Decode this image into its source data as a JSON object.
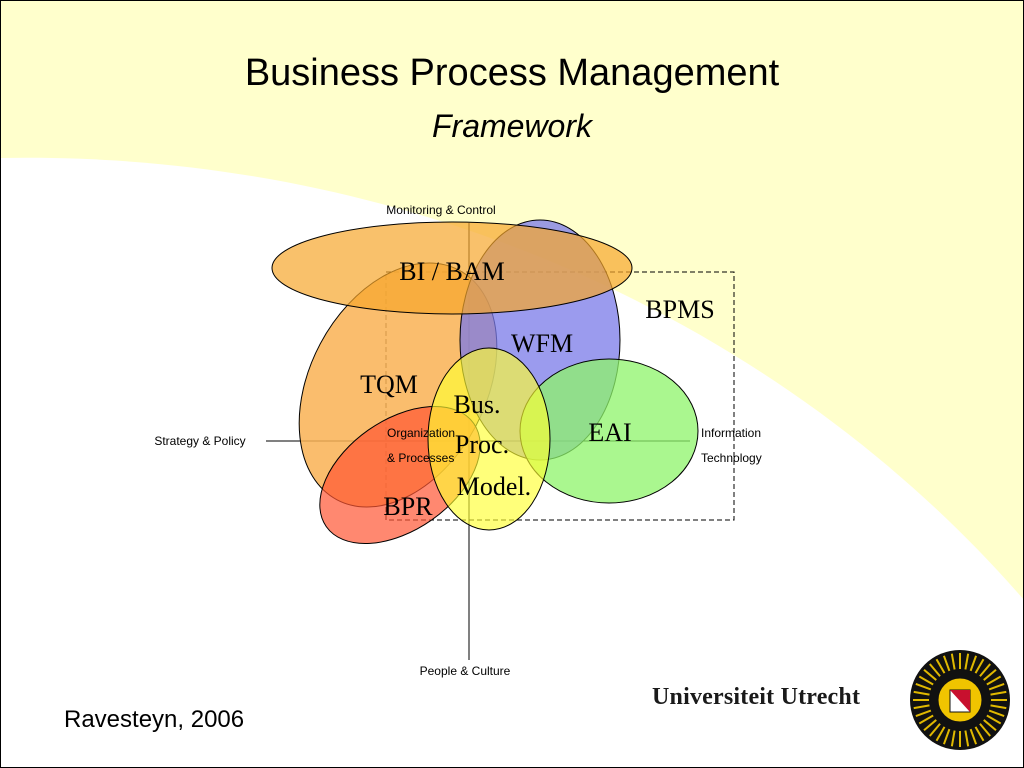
{
  "title": "Business Process Management",
  "subtitle": "Framework",
  "diagram": {
    "axes": {
      "top": "Monitoring & Control",
      "bottom": "People & Culture",
      "left": "Strategy & Policy",
      "right_line1": "Information",
      "right_line2": "Technology",
      "center_line1": "Organization",
      "center_line2": "& Processes"
    },
    "regions": {
      "bi_bam": "BI / BAM",
      "bpms": "BPMS",
      "wfm": "WFM",
      "tqm": "TQM",
      "bus_line1": "Bus.",
      "bus_line2": "Proc.",
      "bus_line3": "Model.",
      "eai": "EAI",
      "bpr": "BPR"
    },
    "colors": {
      "bi_bam": "#f7a72c",
      "tqm": "#f9b253",
      "wfm": "#7a7ae8",
      "eai": "#8ef46a",
      "bpr": "#ff5533",
      "bus_proc_model": "#ffff33",
      "background": "#ffffcc",
      "arc": "#ffffff"
    }
  },
  "footer": {
    "author": "Ravesteyn, 2006",
    "university": "Universiteit Utrecht",
    "seal_icon": "university-seal-icon"
  }
}
